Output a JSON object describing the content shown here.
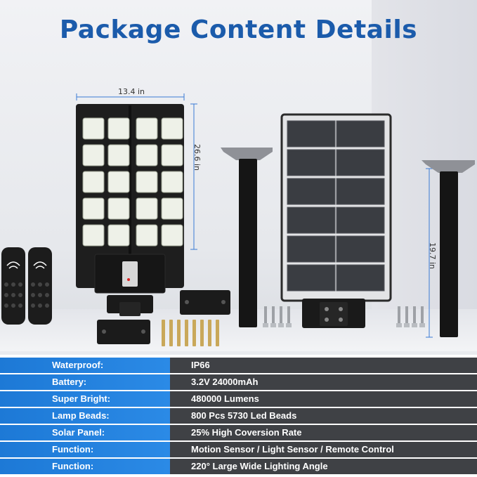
{
  "title": "Package Content Details",
  "dimensions": {
    "lamp_width": "13.4 in",
    "lamp_height": "26.6 in",
    "pole_height": "19.7 in"
  },
  "specs": [
    {
      "label": "Waterproof:",
      "value": "IP66"
    },
    {
      "label": "Battery:",
      "value": "3.2V 24000mAh"
    },
    {
      "label": "Super Bright:",
      "value": "480000 Lumens"
    },
    {
      "label": "Lamp Beads:",
      "value": "800 Pcs 5730 Led Beads"
    },
    {
      "label": "Solar Panel:",
      "value": "25% High Coversion Rate"
    },
    {
      "label": "Function:",
      "value": "Motion Sensor / Light Sensor / Remote Control"
    },
    {
      "label": "Function:",
      "value": "220° Large Wide Lighting Angle"
    }
  ],
  "colors": {
    "title": "#1b5bab",
    "label_bg": "#1d79d6",
    "value_bg": "#3f4145"
  }
}
